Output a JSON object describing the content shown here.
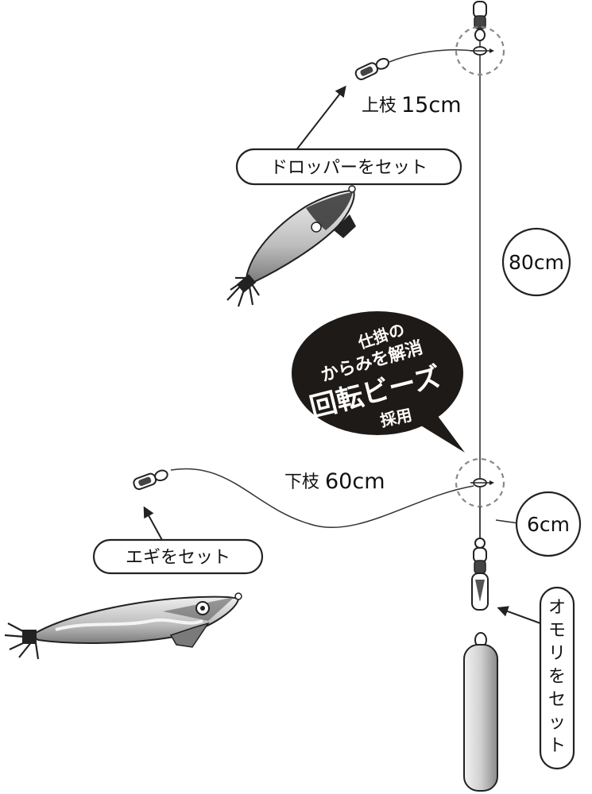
{
  "labels": {
    "upper_branch": "上枝",
    "upper_length": "15cm",
    "dropper": "ドロッパーをセット",
    "main_length": "80cm",
    "lower_branch": "下枝",
    "lower_length": "60cm",
    "egi": "エギをセット",
    "bottom_length": "6cm",
    "sinker_chars": [
      "オ",
      "モ",
      "リ",
      "を",
      "セ",
      "ッ",
      "ト"
    ]
  },
  "bubble": {
    "line1": "仕掛の",
    "line2": "からみを解消",
    "line3": "回転ビーズ",
    "line4": "採用"
  },
  "colors": {
    "line": "#333333",
    "bubble_fill": "#1e1a17",
    "dashed_circle": "#888888",
    "lure_body": "#d6d6d6"
  }
}
